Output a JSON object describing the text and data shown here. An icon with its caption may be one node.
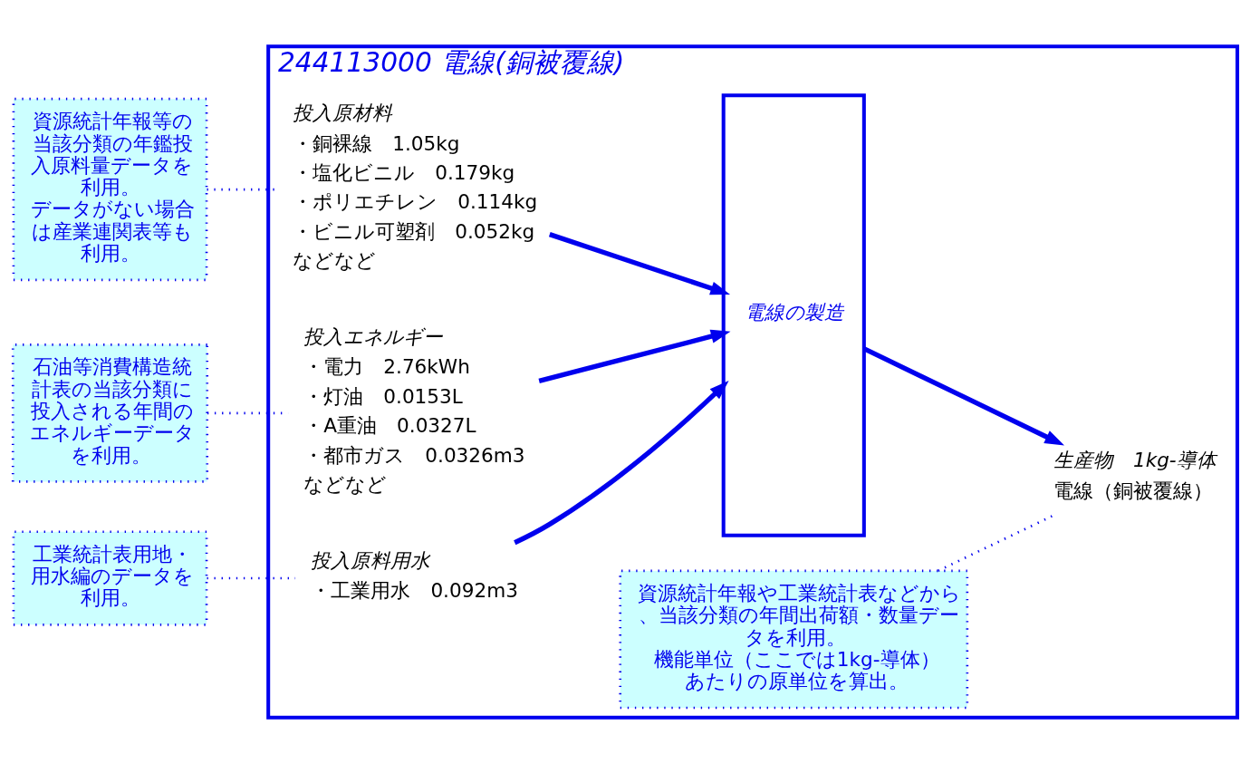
{
  "diagram": {
    "nodes": [
      {
        "text": [
          "244113000 電線(銅被覆線)"
        ]
      },
      {
        "text": [
          "投入原材料",
          "・銅裸線　1.05kg",
          "・塩化ビニル　0.179kg",
          "・ポリエチレン　0.114kg",
          "・ビニル可塑剤　0.052kg",
          "などなど"
        ],
        "in": 0
      },
      {
        "text": [
          "投入エネルギー",
          "・電力　2.76kWh",
          "・灯油　0.0153L",
          "・A重油　0.0327L",
          "・都市ガス　0.0326m3",
          "などなど"
        ],
        "in": 0
      },
      {
        "text": [
          "投入原料用水",
          "・工業用水　0.092m3"
        ],
        "in": 0
      },
      {
        "text": [
          "電線の製造"
        ],
        "in": 0
      },
      {
        "text": [
          "生産物　1kg-導体",
          "電線（銅被覆線）"
        ],
        "in": 0
      },
      {
        "text": [
          "資源統計年報や工業統計表などから、当該分類の年間出荷額・数量データを利用。",
          "機能単位（ここでは1kg-導体）あたりの原単位を算出。"
        ],
        "in": 0
      },
      {
        "text": [
          "資源統計年報等の当該分類の年鑑投入原料量データを利用。",
          "データがない場合は産業連関表等も利用。"
        ]
      },
      {
        "text": [
          "石油等消費構造統計表の当該分類に投入される年間のエネルギーデータを利用。"
        ]
      },
      {
        "text": [
          "工業統計表用地・用水編のデータを利用。"
        ]
      }
    ],
    "edges": [
      {
        "from": 1,
        "to": 4,
        "arrow": "to",
        "style": "thick"
      },
      {
        "from": 2,
        "to": 4,
        "arrow": "to",
        "style": "thick"
      },
      {
        "from": 3,
        "to": 4,
        "arrow": "to",
        "style": "thick"
      },
      {
        "from": 4,
        "to": 5,
        "arrow": "to",
        "style": "thick"
      },
      {
        "from": 6,
        "to": 5,
        "arrow": "none",
        "style": "dashed"
      },
      {
        "from": 7,
        "to": 1,
        "arrow": "none",
        "style": "dashed"
      },
      {
        "from": 8,
        "to": 2,
        "arrow": "none",
        "style": "dashed"
      },
      {
        "from": 9,
        "to": 3,
        "arrow": "none",
        "style": "dashed"
      }
    ]
  }
}
